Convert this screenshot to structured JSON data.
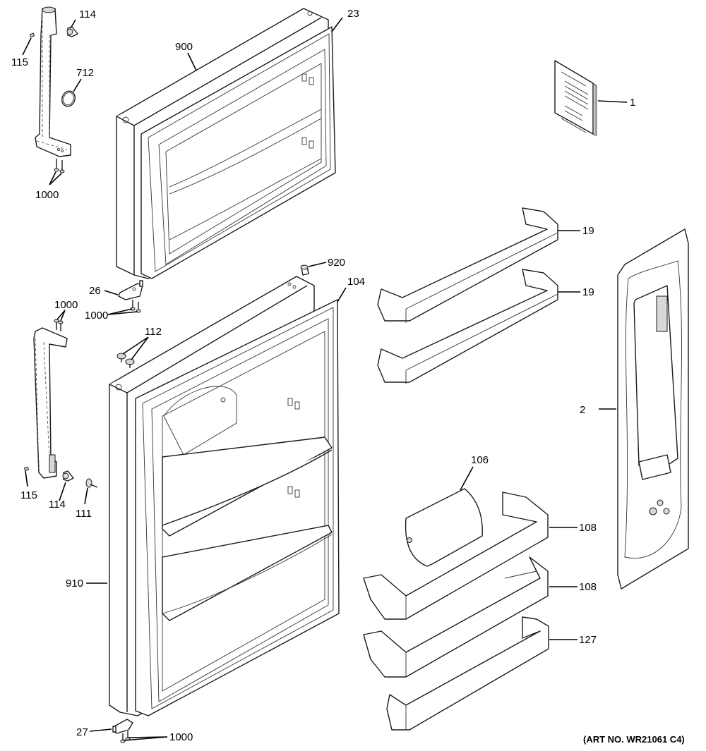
{
  "diagram": {
    "title": "Refrigerator Doors exploded parts diagram",
    "art_number": "(ART NO. WR21061 C4)",
    "callouts": [
      {
        "id": "c-114-top",
        "label": "114",
        "part": "handle plug"
      },
      {
        "id": "c-115-top",
        "label": "115",
        "part": "set screw"
      },
      {
        "id": "c-712",
        "label": "712",
        "part": "o-ring"
      },
      {
        "id": "c-1000-top-handle",
        "label": "1000",
        "part": "screws"
      },
      {
        "id": "c-900",
        "label": "900",
        "part": "freezer door"
      },
      {
        "id": "c-23",
        "label": "23",
        "part": "freezer door gasket"
      },
      {
        "id": "c-1",
        "label": "1",
        "part": "literature / manual"
      },
      {
        "id": "c-19-a",
        "label": "19",
        "part": "freezer door shelf"
      },
      {
        "id": "c-19-b",
        "label": "19",
        "part": "freezer door shelf"
      },
      {
        "id": "c-920",
        "label": "920",
        "part": "hinge pin cap"
      },
      {
        "id": "c-104",
        "label": "104",
        "part": "fresh food door gasket"
      },
      {
        "id": "c-26",
        "label": "26",
        "part": "center hinge"
      },
      {
        "id": "c-1000-hinge",
        "label": "1000",
        "part": "hinge screws"
      },
      {
        "id": "c-1000-lower-handle",
        "label": "1000",
        "part": "handle screws"
      },
      {
        "id": "c-112",
        "label": "112",
        "part": "plugs"
      },
      {
        "id": "c-2",
        "label": "2",
        "part": "handle kit"
      },
      {
        "id": "c-106",
        "label": "106",
        "part": "dairy door"
      },
      {
        "id": "c-108-a",
        "label": "108",
        "part": "door bin"
      },
      {
        "id": "c-108-b",
        "label": "108",
        "part": "door bin"
      },
      {
        "id": "c-127",
        "label": "127",
        "part": "door bin"
      },
      {
        "id": "c-115-bottom",
        "label": "115",
        "part": "set screw"
      },
      {
        "id": "c-114-bottom",
        "label": "114",
        "part": "handle plug"
      },
      {
        "id": "c-111",
        "label": "111",
        "part": "handle screw"
      },
      {
        "id": "c-910",
        "label": "910",
        "part": "fresh food door"
      },
      {
        "id": "c-27",
        "label": "27",
        "part": "bottom hinge"
      },
      {
        "id": "c-1000-bottom",
        "label": "1000",
        "part": "hinge screws"
      }
    ]
  }
}
